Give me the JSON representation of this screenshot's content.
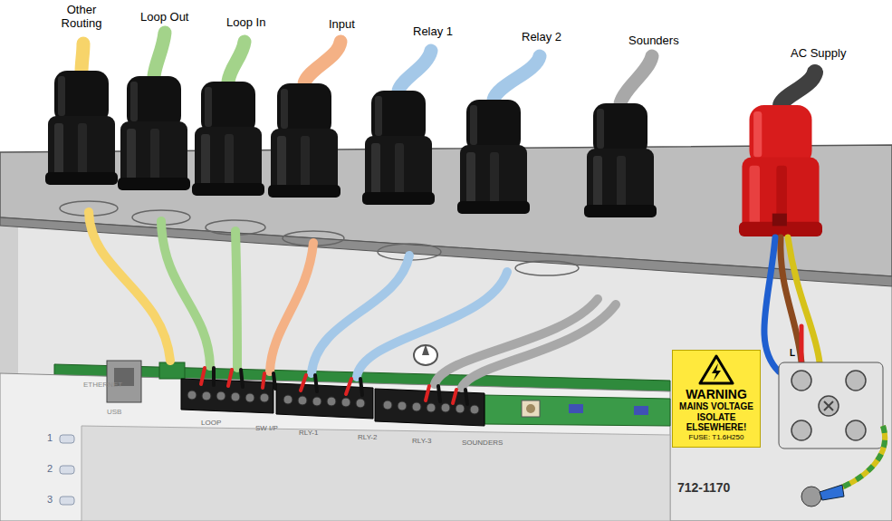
{
  "diagram": {
    "nodes": [
      {
        "text": [
          "WARNING",
          "MAINS VOLTAGE ISOLATE ELSEWHERE!",
          "FUSE: T1.6H250"
        ]
      }
    ],
    "labels": [
      "Other Routing",
      "Loop Out",
      "Loop In",
      "Input",
      "Relay 1",
      "Relay 2",
      "Sounders",
      "AC Supply",
      "ETHERNET",
      "USB",
      "LOOP",
      "SW I/P",
      "RLY-1",
      "RLY-2",
      "RLY-3",
      "SOUNDERS",
      "1",
      "2",
      "3",
      "712-1170",
      "L"
    ]
  }
}
